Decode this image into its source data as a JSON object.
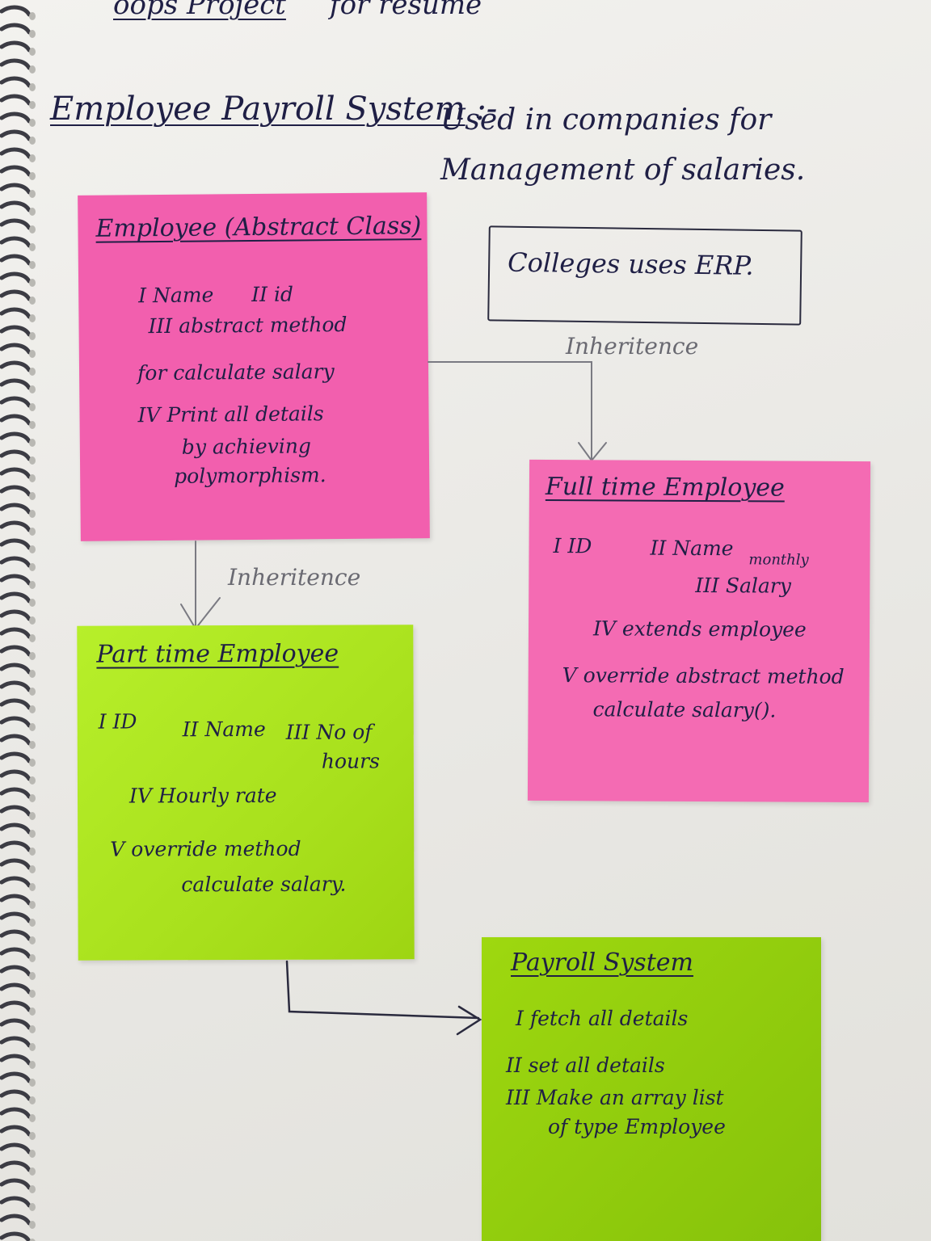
{
  "heading": {
    "left": "oops Project",
    "right": "for resume"
  },
  "title": {
    "main": "Employee Payroll System",
    "separator": ":-",
    "description": "Used in companies for Management of salaries."
  },
  "colleges": "Colleges uses ERP.",
  "inheritance_label": "Inheritence",
  "notes": {
    "employee": {
      "title": "Employee (Abstract Class)",
      "lines": [
        "I Name",
        "II id",
        "III abstract method",
        "for calculate salary",
        "IV Print all details",
        "by achieving",
        "polymorphism."
      ]
    },
    "full_time": {
      "title": "Full time Employee",
      "lines": [
        "I ID",
        "II Name",
        "monthly",
        "III Salary",
        "IV extends employee",
        "V override abstract method",
        "calculate salary()."
      ]
    },
    "part_time": {
      "title": "Part time Employee",
      "lines": [
        "I ID",
        "II Name",
        "III No of",
        "hours",
        "IV Hourly rate",
        "V override method",
        "calculate salary."
      ]
    },
    "payroll": {
      "title": "Payroll System",
      "lines": [
        "I fetch all details",
        "II set all details",
        "III Make an array list",
        "of type Employee"
      ]
    }
  },
  "colors": {
    "pink_note": "#f25fae",
    "green_note": "#b7ef2a",
    "ink": "#1f1f45",
    "pencil": "#6a6a72"
  }
}
